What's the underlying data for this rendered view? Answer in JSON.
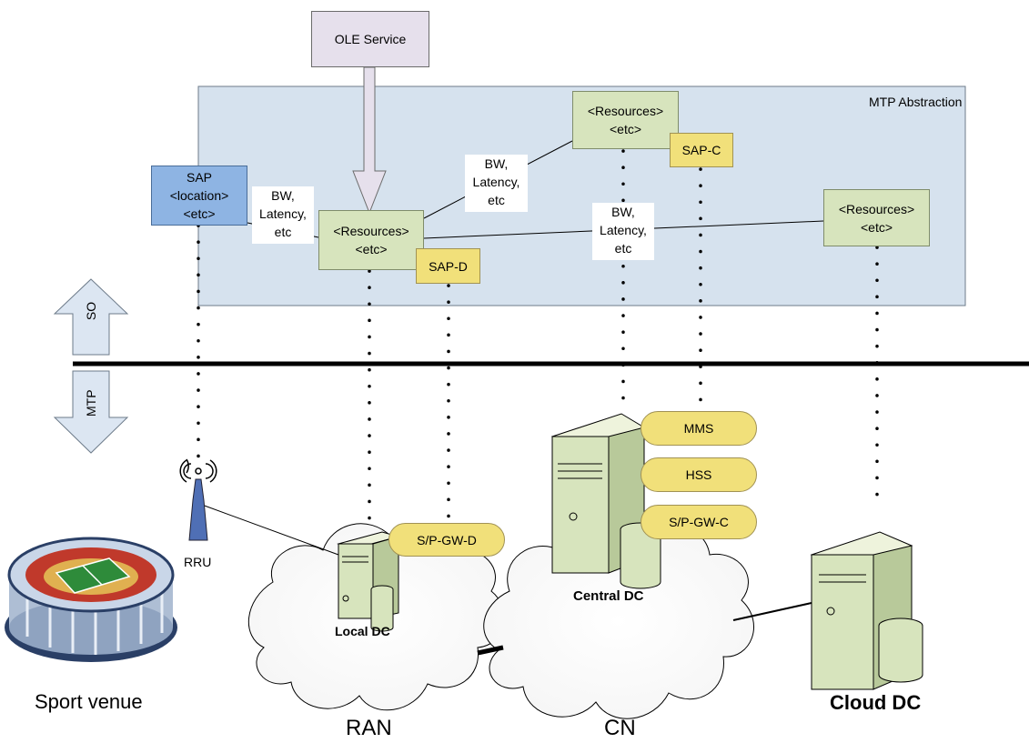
{
  "ole_service": "OLE Service",
  "mtp_abstraction": "MTP Abstraction",
  "sap_box": {
    "line1": "SAP",
    "line2": "<location>",
    "line3": "<etc>"
  },
  "resources_local": {
    "line1": "<Resources>",
    "line2": "<etc>"
  },
  "resources_central": {
    "line1": "<Resources>",
    "line2": "<etc>"
  },
  "resources_cloud": {
    "line1": "<Resources>",
    "line2": "<etc>"
  },
  "sap_d": "SAP-D",
  "sap_c": "SAP-C",
  "link_label": {
    "line1": "BW,",
    "line2": "Latency,",
    "line3": "etc"
  },
  "arrows": {
    "so": "SO",
    "mtp": "MTP"
  },
  "nodes": {
    "rru": "RRU",
    "local_dc": "Local DC",
    "central_dc": "Central DC",
    "cloud_dc": "Cloud DC",
    "sport_venue": "Sport venue",
    "ran": "RAN",
    "cn": "CN"
  },
  "services": {
    "sgw_d": "S/P-GW-D",
    "mms": "MMS",
    "hss": "HSS",
    "sgw_c": "S/P-GW-C"
  },
  "colors": {
    "abstraction": "#d6e2ee",
    "resources": "#d7e4bd",
    "sap_yellow": "#f1e07a",
    "sap_blue": "#8eb4e3",
    "ole": "#e6e0ec",
    "arrow": "#dce6f2"
  }
}
